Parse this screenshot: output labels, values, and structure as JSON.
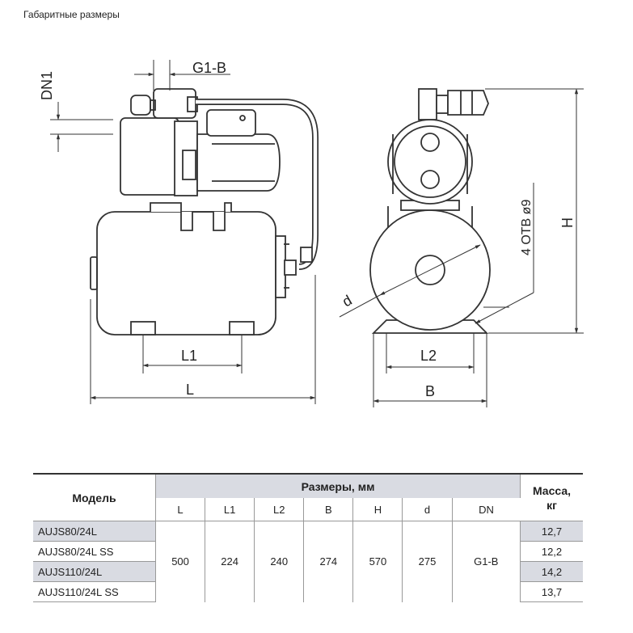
{
  "page": {
    "title": "Габаритные размеры"
  },
  "drawing": {
    "labels": {
      "g1b": "G1-B",
      "dn1": "DN1",
      "l1": "L1",
      "l": "L",
      "l2": "L2",
      "b": "B",
      "d": "d",
      "holes": "4 ОТВ ø9",
      "h": "H"
    }
  },
  "table": {
    "model_header": "Модель",
    "dims_header": "Размеры, мм",
    "mass_header_line1": "Масса,",
    "mass_header_line2": "кг",
    "columns": [
      "L",
      "L1",
      "L2",
      "B",
      "H",
      "d",
      "DN"
    ],
    "shared_values": [
      "500",
      "224",
      "240",
      "274",
      "570",
      "275",
      "G1-B"
    ],
    "rows": [
      {
        "model": "AUJS80/24L",
        "mass": "12,7"
      },
      {
        "model": "AUJS80/24L SS",
        "mass": "12,2"
      },
      {
        "model": "AUJS110/24L",
        "mass": "14,2"
      },
      {
        "model": "AUJS110/24L SS",
        "mass": "13,7"
      }
    ]
  }
}
